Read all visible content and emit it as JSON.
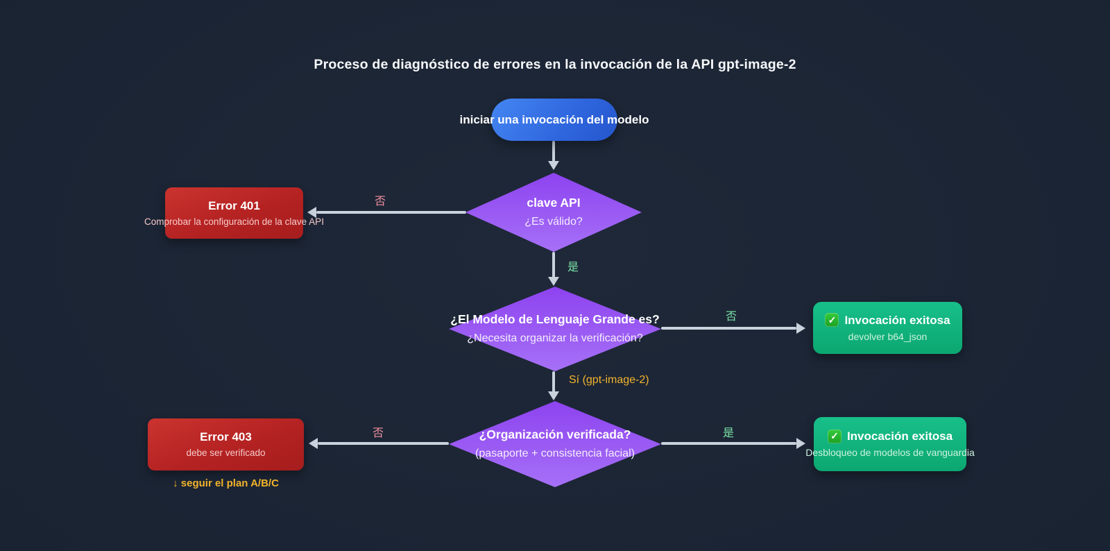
{
  "title": "Proceso de diagnóstico de errores en la invocación de la API gpt-image-2",
  "nodes": {
    "start": {
      "label": "iniciar una invocación del modelo"
    },
    "decision_api_key": {
      "title": "clave API",
      "subtitle": "¿Es válido?"
    },
    "error_401": {
      "title": "Error 401",
      "subtitle": "Comprobar la configuración de la clave API"
    },
    "decision_model": {
      "title": "¿El Modelo de Lenguaje Grande es?",
      "subtitle": "¿Necesita organizar la verificación?"
    },
    "success_b64": {
      "check_icon": "✓",
      "title": "Invocación exitosa",
      "subtitle": "devolver b64_json"
    },
    "decision_org": {
      "title": "¿Organización verificada?",
      "subtitle": "(pasaporte + consistencia facial)"
    },
    "error_403": {
      "title": "Error 403",
      "subtitle": "debe ser verificado",
      "note": "↓ seguir el plan A/B/C"
    },
    "success_frontier": {
      "check_icon": "✓",
      "title": "Invocación exitosa",
      "subtitle": "Desbloqueo de modelos de vanguardia"
    }
  },
  "edge_labels": {
    "api_key_no": "否",
    "api_key_yes": "是",
    "model_no": "否",
    "model_yes": "Sí (gpt-image-2)",
    "org_no": "否",
    "org_yes": "是"
  },
  "colors": {
    "background": "#1a2332",
    "edge_line": "#c9d2dd",
    "label_no_pink": "#f28fa0",
    "label_yes_green": "#7ce3a8",
    "label_amber": "#f2b32c",
    "node_start_blue": "#3b76ec",
    "node_decision_purple": "#9a5cf3",
    "node_error_red": "#b42222",
    "node_success_green": "#10b07b"
  }
}
